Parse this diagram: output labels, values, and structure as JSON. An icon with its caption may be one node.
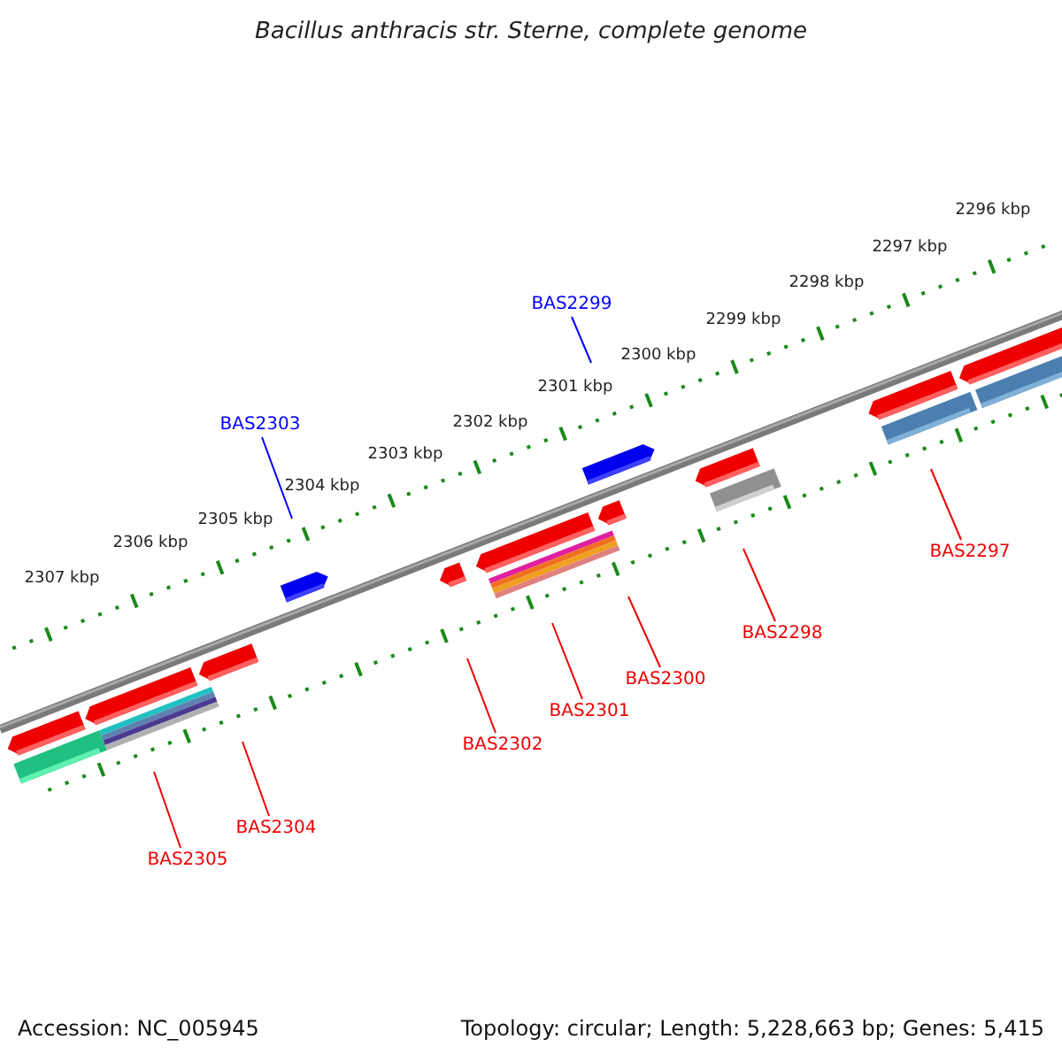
{
  "diagram": {
    "title": "Bacillus anthracis str. Sterne, complete genome",
    "nodes": [
      {
        "text": [
          "BAS2299"
        ]
      },
      {
        "text": [
          "BAS2303"
        ]
      },
      {
        "text": [
          "BAS2297"
        ]
      },
      {
        "text": [
          "BAS2298"
        ]
      },
      {
        "text": [
          "BAS2300"
        ]
      },
      {
        "text": [
          "BAS2301"
        ]
      },
      {
        "text": [
          "BAS2302"
        ]
      },
      {
        "text": [
          "BAS2304"
        ]
      },
      {
        "text": [
          "BAS2305"
        ]
      }
    ],
    "edges": [
      {
        "from": 0,
        "to": null,
        "arrow": "none",
        "color": "#0000ff"
      },
      {
        "from": 1,
        "to": null,
        "arrow": "none",
        "color": "#0000ff"
      },
      {
        "from": 2,
        "to": null,
        "arrow": "none"
      },
      {
        "from": 3,
        "to": null,
        "arrow": "none"
      },
      {
        "from": 4,
        "to": null,
        "arrow": "none"
      },
      {
        "from": 5,
        "to": null,
        "arrow": "none"
      },
      {
        "from": 6,
        "to": null,
        "arrow": "none"
      },
      {
        "from": 7,
        "to": null,
        "arrow": "none"
      },
      {
        "from": 8,
        "to": null,
        "arrow": "none"
      }
    ],
    "labels": [
      "2296 kbp",
      "2297 kbp",
      "2298 kbp",
      "2299 kbp",
      "2300 kbp",
      "2301 kbp",
      "2302 kbp",
      "2303 kbp",
      "2304 kbp",
      "2305 kbp",
      "2306 kbp",
      "2307 kbp",
      "Accession: NC_005945",
      "Topology: circular; Length: 5,228,663 bp; Genes: 5,415"
    ]
  }
}
